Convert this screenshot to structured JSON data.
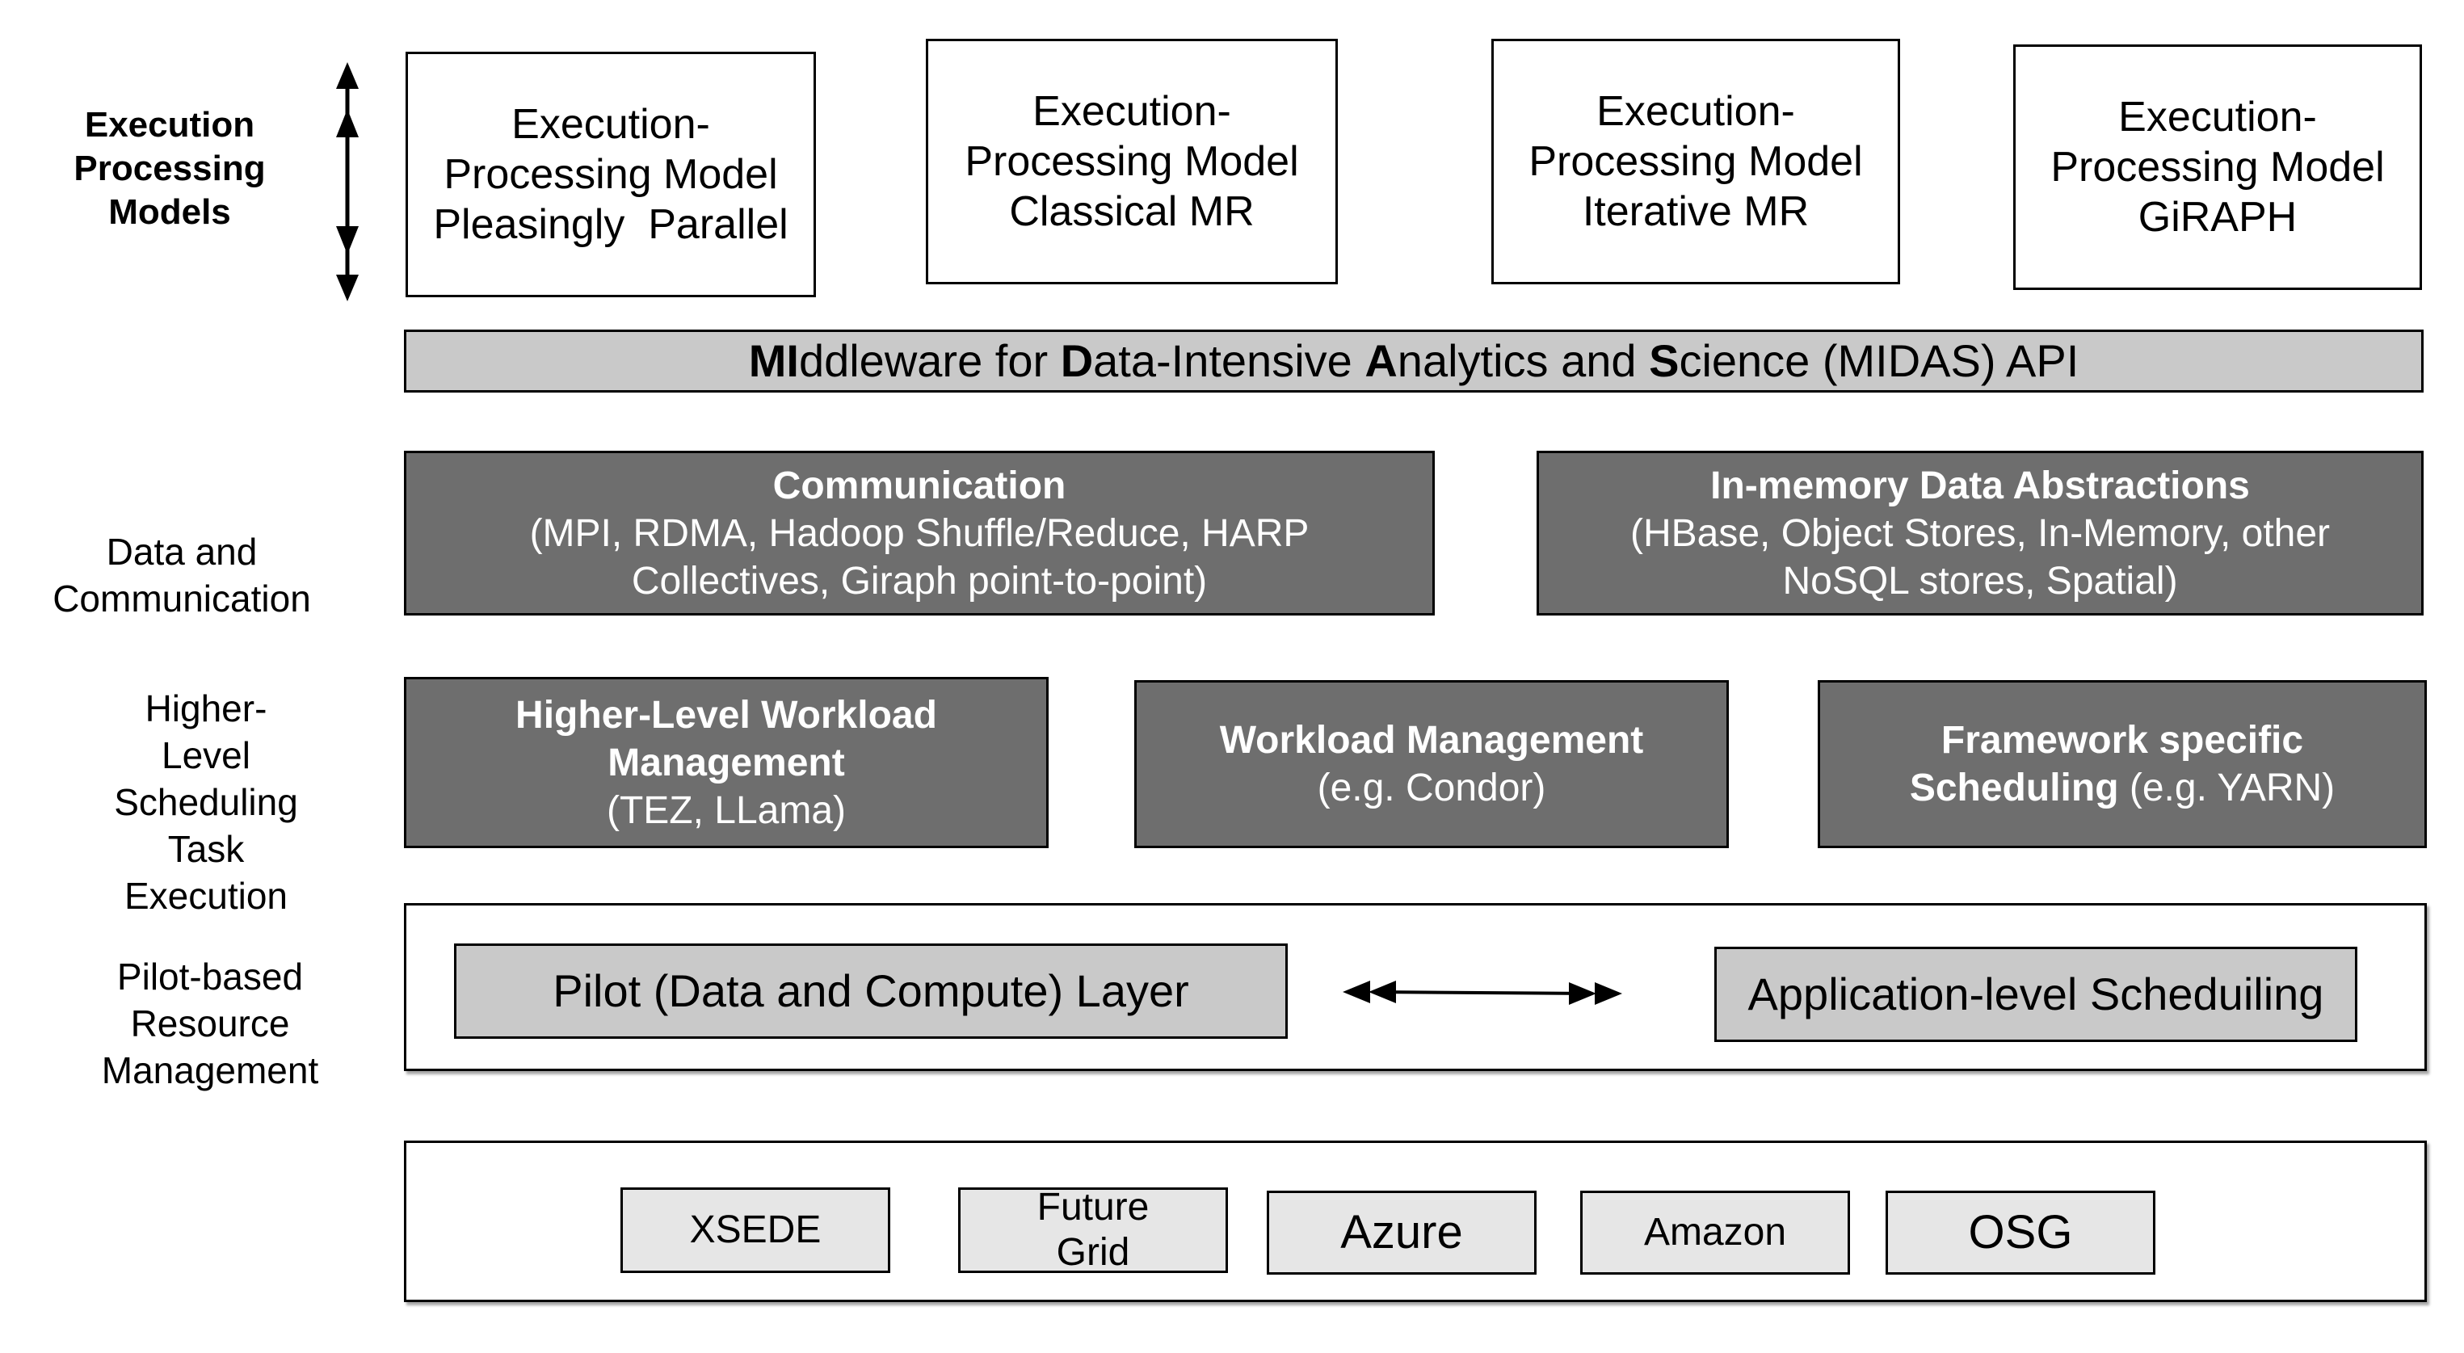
{
  "labels": {
    "execution_models": [
      "Execution",
      "Processing",
      "Models"
    ],
    "data_comm": [
      "Data and",
      "Communication"
    ],
    "scheduling": [
      "Higher-",
      "Level",
      "Scheduling",
      "Task",
      "Execution"
    ],
    "pilot": [
      "Pilot-based",
      "Resource",
      "Management"
    ]
  },
  "exec_models": [
    {
      "lines": [
        "Execution-",
        "Processing Model",
        "Pleasingly  Parallel"
      ]
    },
    {
      "lines": [
        "Execution-",
        "Processing Model",
        "Classical MR"
      ]
    },
    {
      "lines": [
        "Execution-",
        "Processing Model",
        "Iterative MR"
      ]
    },
    {
      "lines": [
        "Execution-",
        "Processing Model",
        "GiRAPH"
      ]
    }
  ],
  "api_bar": {
    "parts": [
      {
        "b": "MI",
        "t": "ddleware for "
      },
      {
        "b": "D",
        "t": "ata-Intensive "
      },
      {
        "b": "A",
        "t": "nalytics and "
      },
      {
        "b": "S",
        "t": "cience (MIDAS) API"
      }
    ]
  },
  "data_comm_boxes": [
    {
      "title": "Communication",
      "lines": [
        "(MPI, RDMA, Hadoop Shuffle/Reduce, HARP",
        "Collectives, Giraph point-to-point)"
      ]
    },
    {
      "title": "In-memory Data Abstractions",
      "lines": [
        "(HBase, Object Stores, In-Memory, other",
        "NoSQL stores, Spatial)"
      ]
    }
  ],
  "scheduling_boxes": [
    {
      "title_lines": [
        "Higher-Level Workload",
        "Management"
      ],
      "lines": [
        "(TEZ, LLama)"
      ]
    },
    {
      "title_lines": [
        "Workload Management"
      ],
      "lines": [
        "(e.g. Condor)"
      ]
    },
    {
      "title_lines": [
        "Framework specific"
      ],
      "mixed": {
        "b": "Scheduling",
        "t": " (e.g. YARN)"
      }
    }
  ],
  "pilot_row": {
    "left": "Pilot (Data and Compute) Layer",
    "right": "Application-level Scheduiling"
  },
  "infrastructure": [
    {
      "lines": [
        "XSEDE"
      ]
    },
    {
      "lines": [
        "Future",
        "Grid"
      ]
    },
    {
      "lines": [
        "Azure"
      ]
    },
    {
      "lines": [
        "Amazon"
      ]
    },
    {
      "lines": [
        "OSG"
      ]
    }
  ]
}
